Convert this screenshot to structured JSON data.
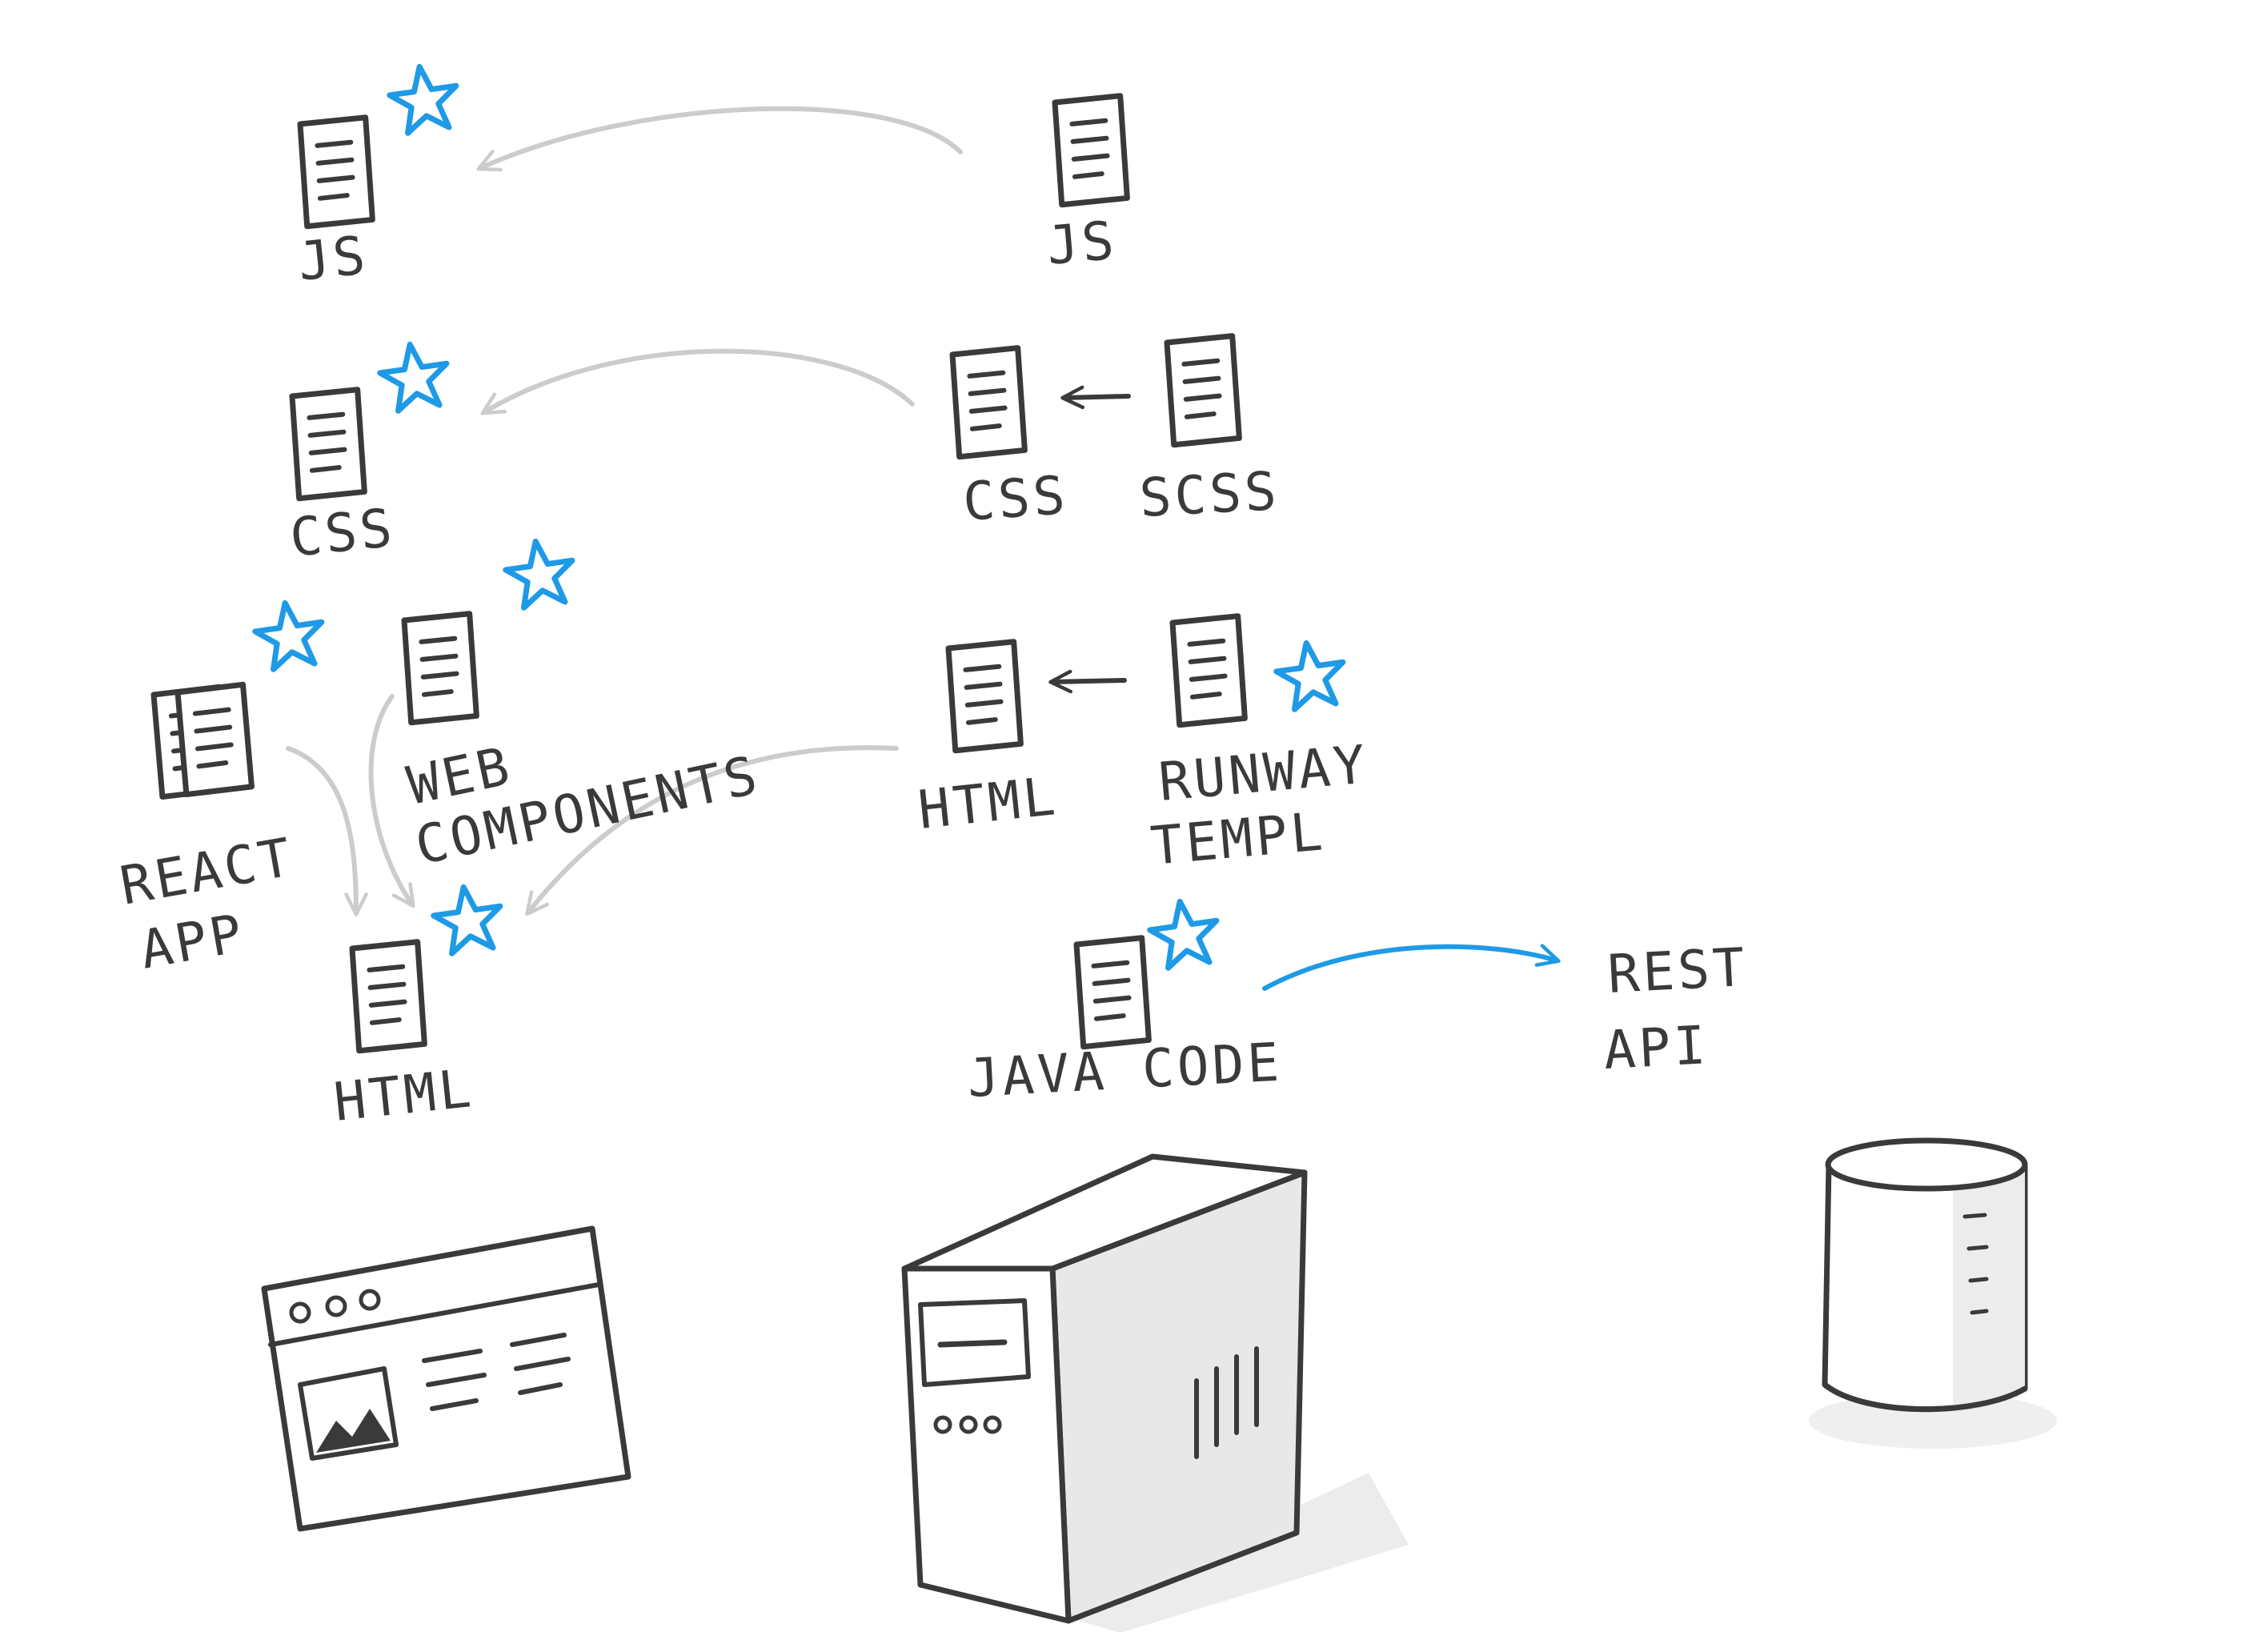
{
  "colors": {
    "ink": "#3a3a3a",
    "star": "#1e9ae6",
    "gray_arrow": "#cccccc",
    "shadow": "#e6e6e6"
  },
  "labels": {
    "client_js": "JS",
    "client_css": "CSS",
    "client_html": "HTML",
    "react_app_line1": "REACT",
    "react_app_line2": "APP",
    "web_components_line1": "WEB",
    "web_components_line2": "COMPONENTS",
    "server_js": "JS",
    "server_css": "CSS",
    "server_scss": "SCSS",
    "server_html": "HTML",
    "runway_templ_line1": "RUNWAY",
    "runway_templ_line2": "TEMPL",
    "java_code": "JAVA CODE",
    "rest_api_line1": "REST",
    "rest_api_line2": "API"
  },
  "icons": {
    "document": "document-icon",
    "document_stack": "document-stack-icon",
    "star": "star-icon",
    "browser": "browser-window-icon",
    "server": "server-tower-icon",
    "database": "database-cylinder-icon"
  }
}
